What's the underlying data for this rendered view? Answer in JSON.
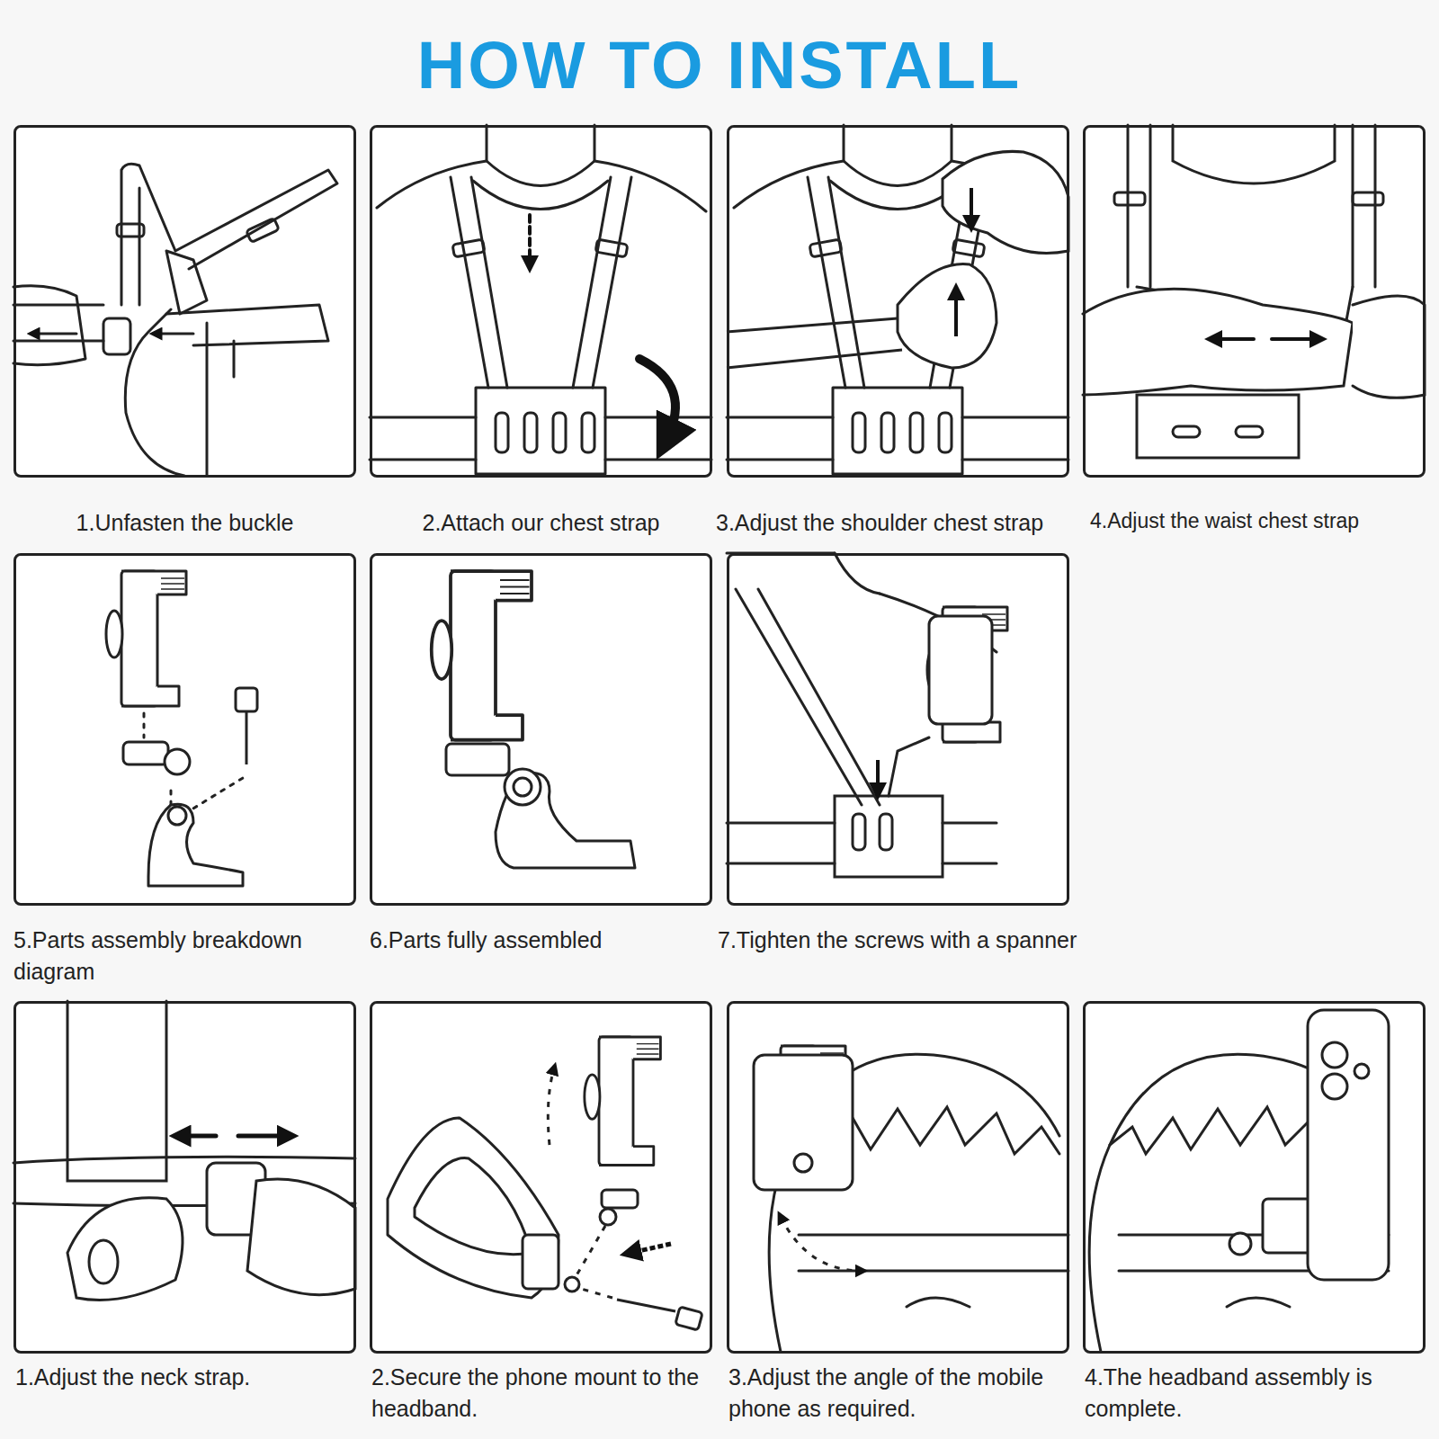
{
  "diagram": {
    "title": "HOW TO INSTALL",
    "nodes": [
      {
        "text": [
          "1.Unfasten the buckle"
        ]
      },
      {
        "text": [
          "2.Attach our chest strap"
        ]
      },
      {
        "text": [
          "3.Adjust the shoulder chest strap"
        ]
      },
      {
        "text": [
          "4.Adjust the waist chest strap"
        ]
      },
      {
        "text": [
          "5.Parts assembly breakdown diagram"
        ]
      },
      {
        "text": [
          "6.Parts fully assembled"
        ]
      },
      {
        "text": [
          "7.Tighten the screws with a spanner"
        ]
      },
      {
        "text": [
          "1.Adjust the neck strap."
        ]
      },
      {
        "text": [
          "2.Secure the phone mount to the headband."
        ]
      },
      {
        "text": [
          "3.Adjust the angle of the mobile phone as required."
        ]
      },
      {
        "text": [
          "4.The headband assembly is complete."
        ]
      }
    ]
  }
}
